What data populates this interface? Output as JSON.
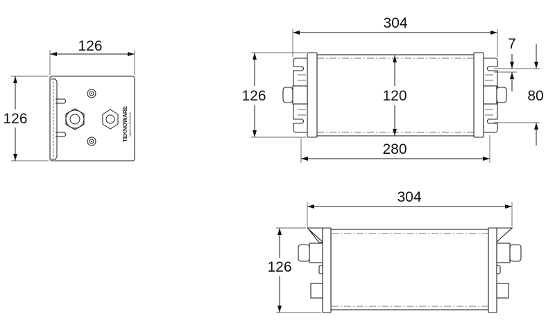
{
  "end_view": {
    "width_dim": "126",
    "height_dim": "126",
    "logo": "TEKNOWARE",
    "logo_sub": "MADE IN FINLAND"
  },
  "top_view": {
    "overall_length_dim": "304",
    "height_dim": "126",
    "inner_height_dim": "120",
    "body_length_dim": "280",
    "slot_dim": "7",
    "slot_spacing_dim": "80"
  },
  "side_view": {
    "overall_length_dim": "304",
    "height_dim": "126"
  }
}
